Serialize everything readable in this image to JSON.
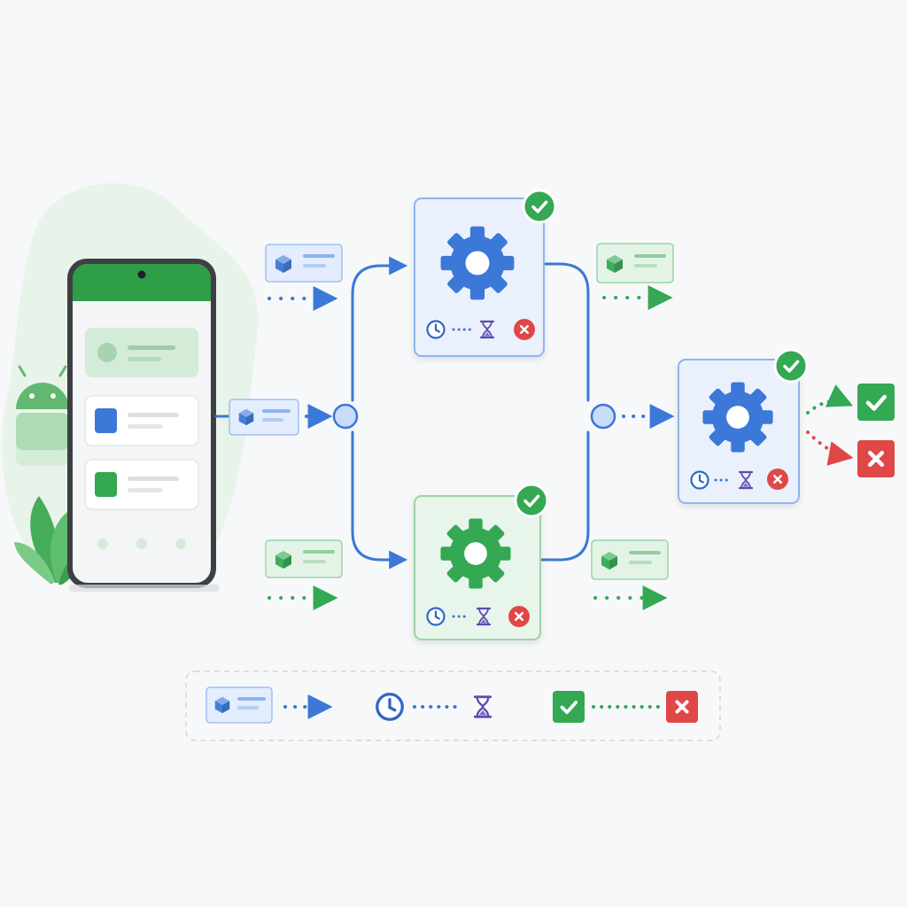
{
  "colors": {
    "background": "#f7f8f9",
    "blue_primary": "#3b78d8",
    "blue_fill": "#eaf1fc",
    "blue_border": "#8fb4ee",
    "green_primary": "#34a853",
    "green_fill": "#e8f5ea",
    "green_border": "#9bd3a8",
    "red_primary": "#e04848",
    "purple_icon": "#5b4bb0",
    "phone_frame": "#3c4043",
    "phone_header": "#2e9e48"
  },
  "icons": {
    "worker": "gear-icon",
    "success": "check-icon",
    "failure": "close-icon",
    "constraint_start": "clock-icon",
    "constraint_end": "hourglass-icon",
    "work_request": "cube-icon",
    "platform": "android-icon",
    "device": "phone-icon"
  },
  "nodes": [
    {
      "id": "worker-top",
      "color": "blue",
      "status": "success"
    },
    {
      "id": "worker-bottom",
      "color": "green",
      "status": "success"
    },
    {
      "id": "worker-final",
      "color": "blue",
      "status": "success"
    }
  ],
  "flow": {
    "fork_count": 2,
    "join_count": 1,
    "outcomes": [
      "success",
      "failure"
    ]
  },
  "legend": {
    "items": [
      "work-request",
      "time-constraint",
      "result"
    ]
  }
}
